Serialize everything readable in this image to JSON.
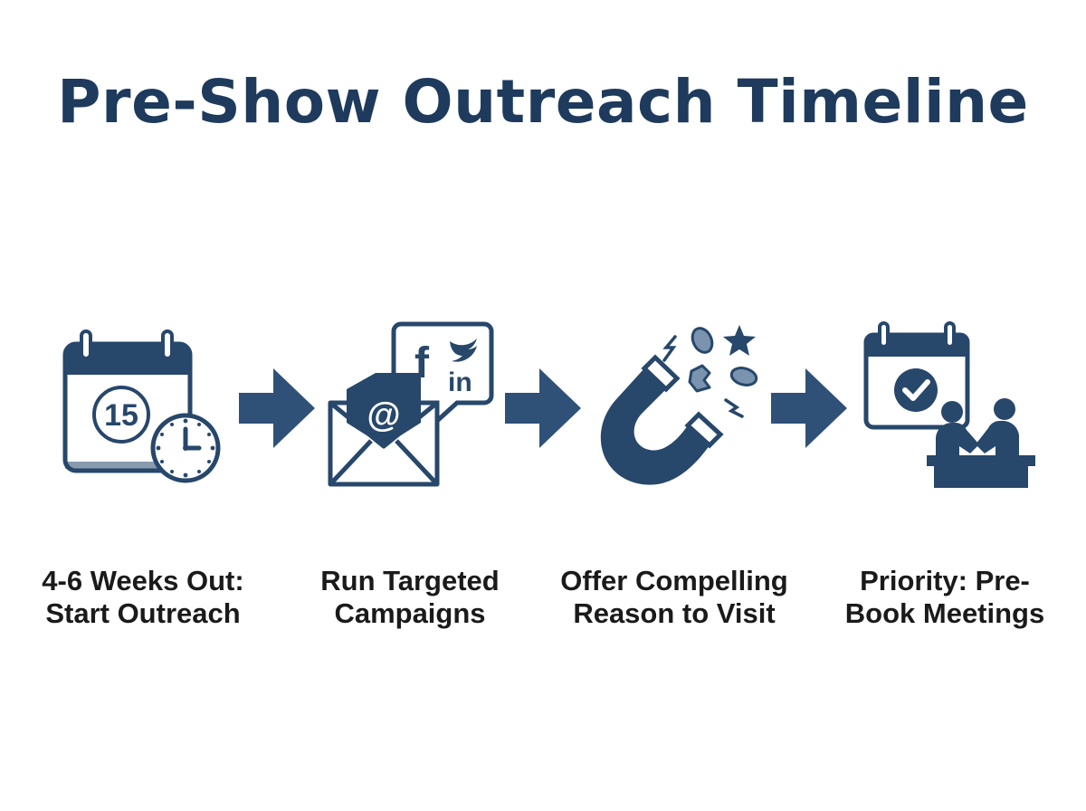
{
  "title": "Pre-Show Outreach Timeline",
  "colors": {
    "navy": "#27476b",
    "title": "#1e3a5c",
    "text": "#1a1a1a",
    "background": "#ffffff"
  },
  "steps": [
    {
      "icon": "calendar-clock-icon",
      "calendar_day": "15",
      "label_line1": "4-6 Weeks Out:",
      "label_line2": "Start Outreach"
    },
    {
      "icon": "email-social-icon",
      "email_symbol": "@",
      "social_f": "f",
      "social_in": "in",
      "label_line1": "Run Targeted",
      "label_line2": "Campaigns"
    },
    {
      "icon": "magnet-icon",
      "label_line1": "Offer Compelling",
      "label_line2": "Reason to Visit"
    },
    {
      "icon": "meeting-calendar-icon",
      "label_line1": "Priority: Pre-",
      "label_line2": "Book Meetings"
    }
  ],
  "connectors": [
    "arrow-right-icon",
    "arrow-right-icon",
    "arrow-right-icon"
  ]
}
